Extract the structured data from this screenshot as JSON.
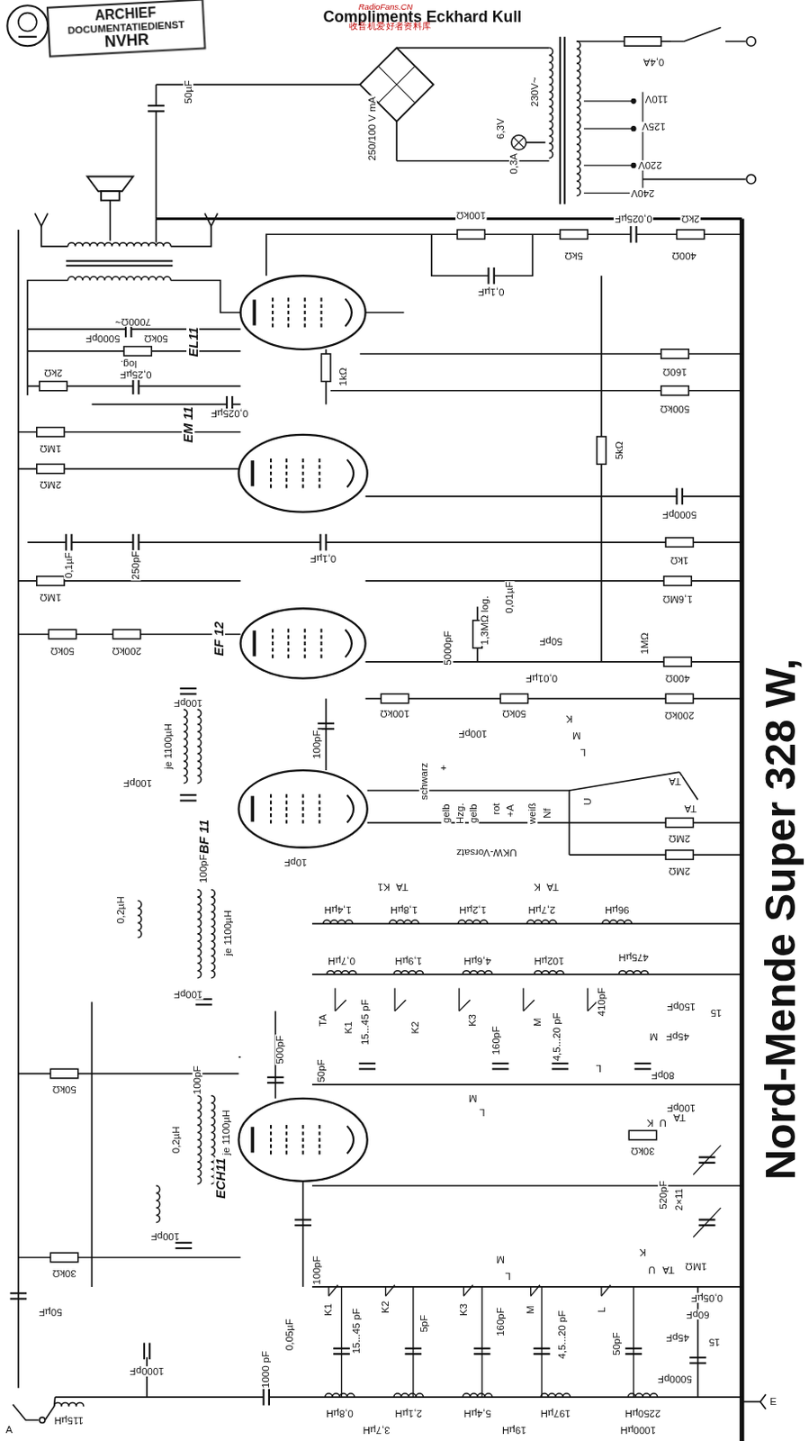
{
  "diagram": {
    "title": "Nord-Mende Super 328 W,",
    "nodes": [
      {
        "text": [
          "ARCHIEF",
          "DOCUMENTATIEDIENST",
          "NVHR"
        ]
      }
    ],
    "labels": [
      "Compliments Eckhard Kull",
      "RadioFans.CN",
      "收音机爱好者资料库",
      "0,4A",
      "110V",
      "125V",
      "220V",
      "240V",
      "230V~",
      "250/100 V mA",
      "6,3V",
      "0,3A",
      "50µF",
      "100kΩ",
      "0,025µF",
      "2kΩ",
      "5kΩ",
      "400Ω",
      "0,1µF",
      "7000Ω~",
      "5000pF",
      "50kΩ",
      "log.",
      "0,25µF",
      "2kΩ",
      "EL11",
      "1kΩ",
      "0,025µF",
      "160Ω",
      "500kΩ",
      "EM 11",
      "1MΩ",
      "2MΩ",
      "5kΩ",
      "5000pF",
      "0,1µF",
      "250pF",
      "0,1µF",
      "1kΩ",
      "1MΩ",
      "1,6MΩ",
      "0,01µF",
      "1,3MΩ log.",
      "5000pF",
      "50pF",
      "1MΩ",
      "EF 12",
      "50kΩ",
      "200kΩ",
      "0,01µF",
      "400Ω",
      "50kΩ",
      "200kΩ",
      "100kΩ",
      "100pF",
      "100pF",
      "K",
      "M",
      "L",
      "100pF",
      "je 1100µH",
      "100pF",
      "schwarz",
      "+",
      "gelb",
      "Hzg.",
      "gelb",
      "rot",
      "+A",
      "weiß",
      "Nf",
      "UKW-Vorsatz",
      "U",
      "TA",
      "TA",
      "EBF 11",
      "10pF",
      "2MΩ",
      "2MΩ",
      "0,2µH",
      "100pF",
      "je 1100µH",
      "100pF",
      "500pF",
      "50kΩ",
      "TA",
      "K1",
      "15...45 pF",
      "K2",
      "1,4µH",
      "1,8µH",
      "1,2µH",
      "2,7µH",
      "96µH",
      "K1",
      "TA",
      "K",
      "TA",
      "0,7µH",
      "1,9µH",
      "4,6µH",
      "102µH",
      "475µH",
      "K3",
      "160pF",
      "M",
      "4,5...20 pF",
      "410pF",
      "150pF",
      "45pF",
      "M",
      "15",
      "L",
      "80pF",
      "100pF",
      "M",
      "L",
      "K",
      "U",
      "TA",
      "30kΩ",
      "520pF",
      "2×11",
      "ECH11",
      "50pF",
      "100pF",
      "je 1100µH",
      "0,2µH",
      "100pF",
      "100pF",
      "1MΩ",
      "K",
      "U",
      "TA",
      "M",
      "L",
      "0,05µF",
      "60pF",
      "45pF",
      "15",
      "5000pF",
      "E",
      "K1",
      "15...45 pF",
      "K2",
      "5pF",
      "K3",
      "160pF",
      "M",
      "4,5...20 pF",
      "L",
      "50pF",
      "1000pF",
      "115µH",
      "1000 pF",
      "A",
      "30kΩ",
      "50µF",
      "0,05µF",
      "0,8µH",
      "2,1µH",
      "5,4µH",
      "197µH",
      "2250µH",
      "3,7µH",
      "19µH",
      "1000µH"
    ]
  }
}
